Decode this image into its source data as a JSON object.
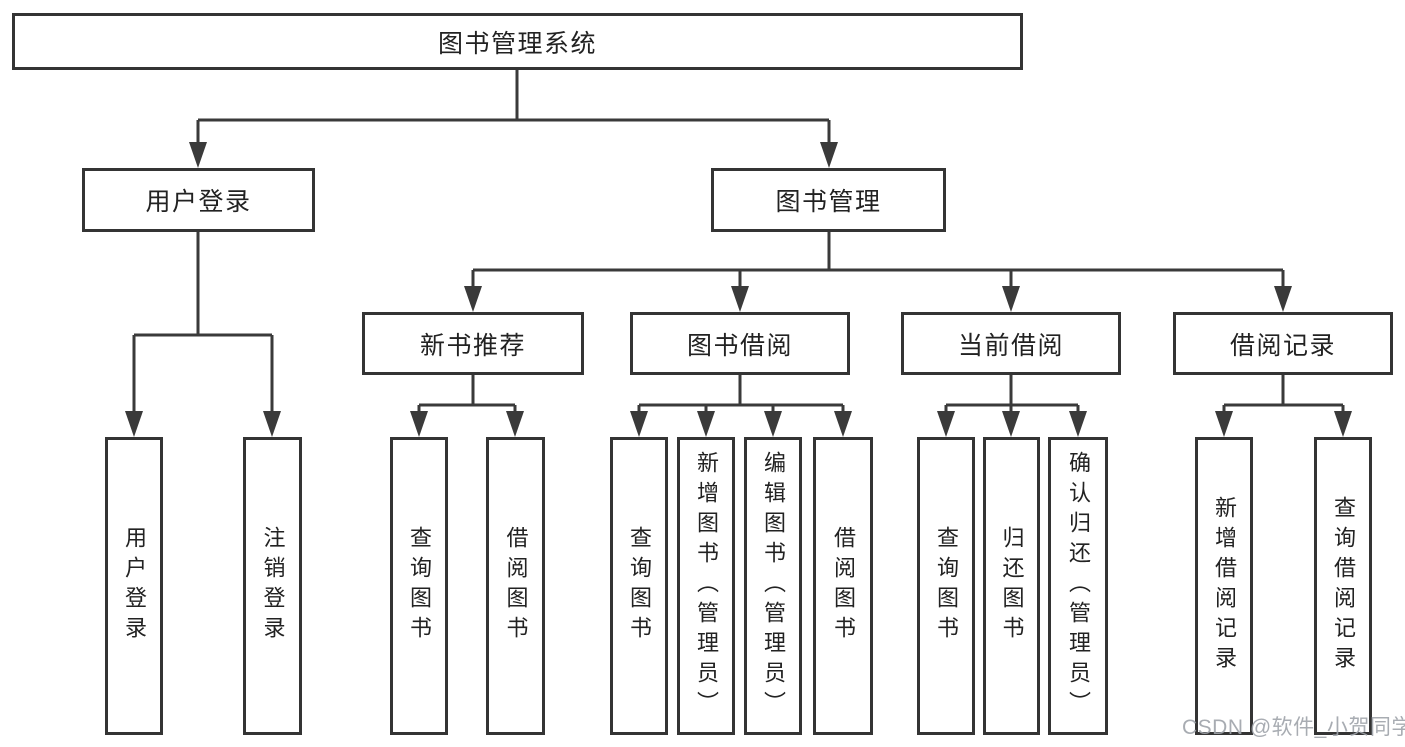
{
  "structure": {
    "root": "图书管理系统",
    "branches": [
      {
        "label": "用户登录",
        "children": [
          "用户登录",
          "注销登录"
        ]
      },
      {
        "label": "图书管理",
        "children": [
          {
            "label": "新书推荐",
            "children": [
              "查询图书",
              "借阅图书"
            ]
          },
          {
            "label": "图书借阅",
            "children": [
              "查询图书",
              "新增图书（管理员）",
              "编辑图书（管理员）",
              "借阅图书"
            ]
          },
          {
            "label": "当前借阅",
            "children": [
              "查询图书",
              "归还图书",
              "确认归还（管理员）"
            ]
          },
          {
            "label": "借阅记录",
            "children": [
              "新增借阅记录",
              "查询借阅记录"
            ]
          }
        ]
      }
    ]
  },
  "watermark": {
    "text": "CSDN @软件_小贺同学"
  },
  "colors": {
    "line": "#3a3a3a",
    "box_border": "#343434",
    "box_background": "#ffffff",
    "text": "#222222",
    "watermark": "#9ea3aa",
    "page_background": "#ffffff"
  }
}
